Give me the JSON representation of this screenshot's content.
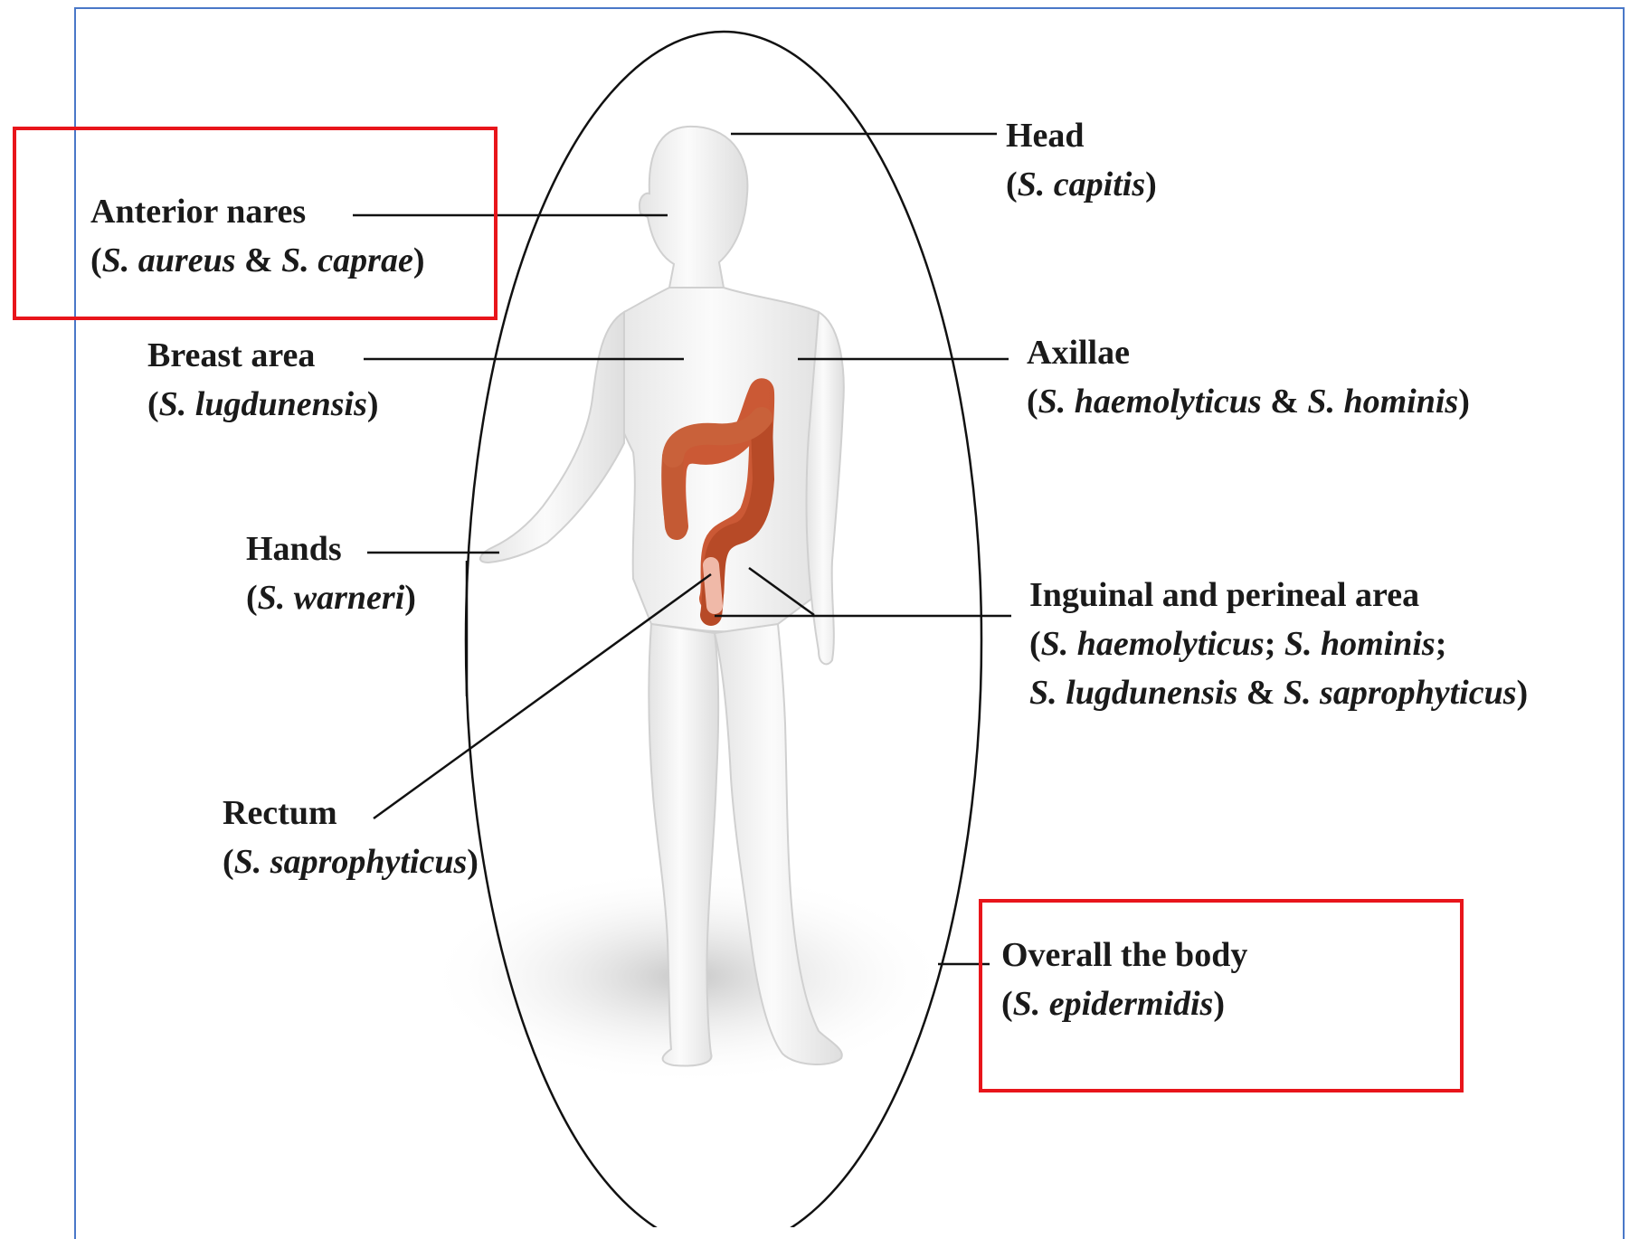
{
  "colors": {
    "frame": "#4a78c8",
    "highlight": "#e8151b",
    "colon": "#c8502a",
    "body": "#f2f2f2",
    "line": "#111111"
  },
  "labels": {
    "anterior_nares": {
      "title": "Anterior nares",
      "p1": "(",
      "s1": "S. aureus",
      "amp": " & ",
      "s2": "S. caprae",
      "p2": ")"
    },
    "breast": {
      "title": "Breast area",
      "p1": "(",
      "s1": "S. lugdunensis",
      "p2": ")"
    },
    "hands": {
      "title": "Hands",
      "p1": "(",
      "s1": "S. warneri",
      "p2": ")"
    },
    "rectum": {
      "title": "Rectum",
      "p1": "(",
      "s1": "S. saprophyticus",
      "p2": ")"
    },
    "head": {
      "title": "Head",
      "p1": "(",
      "s1": "S. capitis",
      "p2": ")"
    },
    "axillae": {
      "title": "Axillae",
      "p1": "(",
      "s1": "S. haemolyticus",
      "amp": " & ",
      "s2": "S. hominis",
      "p2": ")"
    },
    "inguinal": {
      "title": "Inguinal and perineal area",
      "line1": {
        "p1": "(",
        "s1": "S. haemolyticus",
        "sep": "; ",
        "s2": "S. hominis",
        "end": ";"
      },
      "line2": {
        "s1": "S. lugdunensis",
        "amp": " & ",
        "s2": "S. saprophyticus",
        "p2": ")"
      }
    },
    "overall": {
      "title": "Overall the body",
      "p1": "(",
      "s1": "S. epidermidis",
      "p2": ")"
    }
  }
}
